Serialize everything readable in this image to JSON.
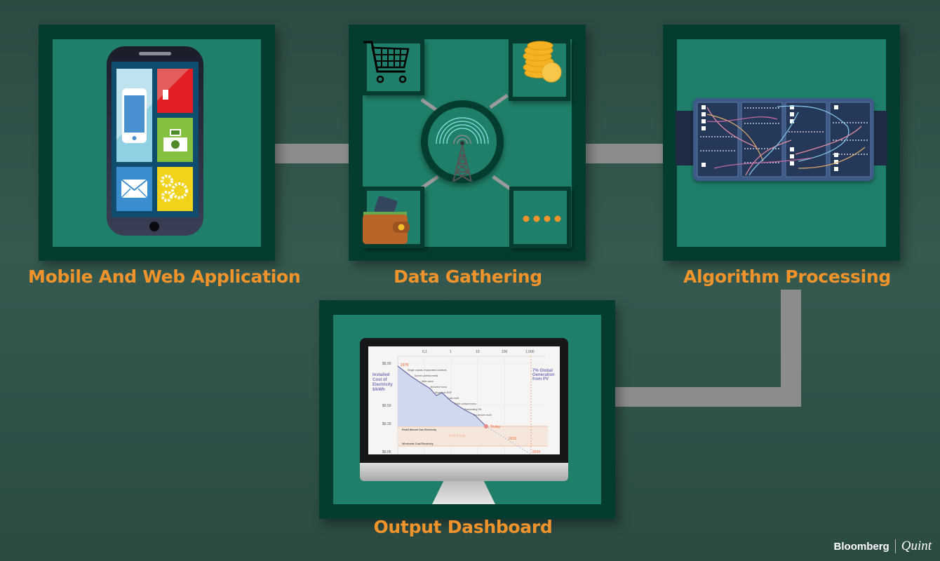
{
  "steps": [
    {
      "label": "Mobile And Web Application",
      "icon": "smartphone-icon"
    },
    {
      "label": "Data Gathering",
      "icon": "broadcast-tower-icon"
    },
    {
      "label": "Algorithm Processing",
      "icon": "server-rack-icon"
    },
    {
      "label": "Output Dashboard",
      "icon": "desktop-monitor-icon"
    }
  ],
  "phone_tiles": [
    "phone-icon",
    "video-icon",
    "camera-icon",
    "mail-icon",
    "gears-icon"
  ],
  "data_sources": [
    "shopping-cart-icon",
    "coins-icon",
    "wallet-icon",
    "more-dots-icon"
  ],
  "dashboard_chart": {
    "top_axis_ticks": [
      "0,1",
      "1",
      "10",
      "100",
      "1,000"
    ],
    "y_ticks": [
      "$5.00",
      "$0.50",
      "$0.20",
      "$0.05"
    ],
    "y_title": [
      "Installed",
      "Cost of",
      "Electricity",
      "$/kWh"
    ],
    "start_label": "1978",
    "milestones": [
      "Single crystal, evaporated contacts",
      "Screen printed metal",
      "Wire saws",
      "Textured mono",
      "Aluminum BSF",
      "Cast multi",
      "Point contact mono",
      "Passivating SN",
      "Iso-texture multi"
    ],
    "today_label": "Today",
    "band_top": "Retail Natural Gas Electricity",
    "band_mid": "Grid Parity",
    "band_bottom": "Wholesale Coal Electricity",
    "proj_2015": "2015",
    "proj_2020": "2020",
    "note": [
      "7% Global",
      "Generation",
      "from PV"
    ]
  },
  "brand": {
    "left": "Bloomberg",
    "right": "Quint"
  },
  "colors": {
    "frame": "#043d30",
    "panel": "#1f7f6a",
    "connector": "#8c8c8c",
    "label": "#f0932b",
    "background": "#2f4f47"
  }
}
